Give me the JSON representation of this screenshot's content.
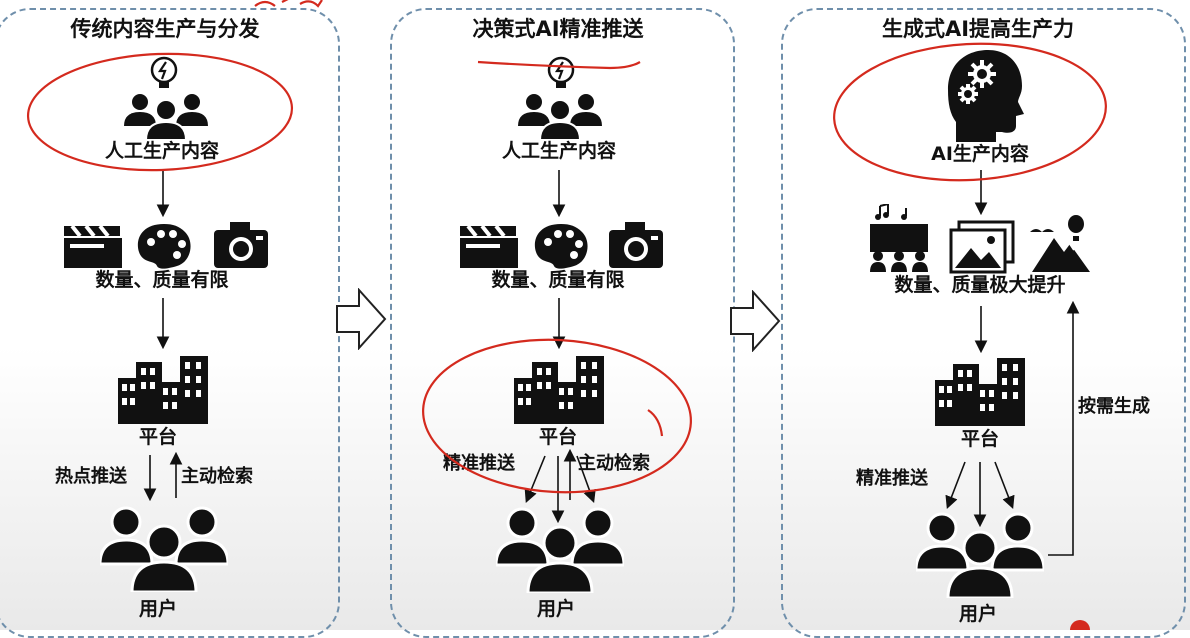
{
  "panels": [
    {
      "title": "传统内容生产与分发",
      "producer": "人工生产内容",
      "quality": "数量、质量有限",
      "platform": "平台",
      "push": "热点推送",
      "search": "主动检索",
      "user": "用户"
    },
    {
      "title": "决策式AI精准推送",
      "producer": "人工生产内容",
      "quality": "数量、质量有限",
      "platform": "平台",
      "push": "精准推送",
      "search": "主动检索",
      "user": "用户"
    },
    {
      "title": "生成式AI提高生产力",
      "producer": "AI生产内容",
      "quality": "数量、质量极大提升",
      "platform": "平台",
      "push": "精准推送",
      "ondemand": "按需生成",
      "user": "用户"
    }
  ],
  "colors": {
    "dash_border": "#6f8fab",
    "annotation": "#d42a1e",
    "ink": "#111111"
  }
}
